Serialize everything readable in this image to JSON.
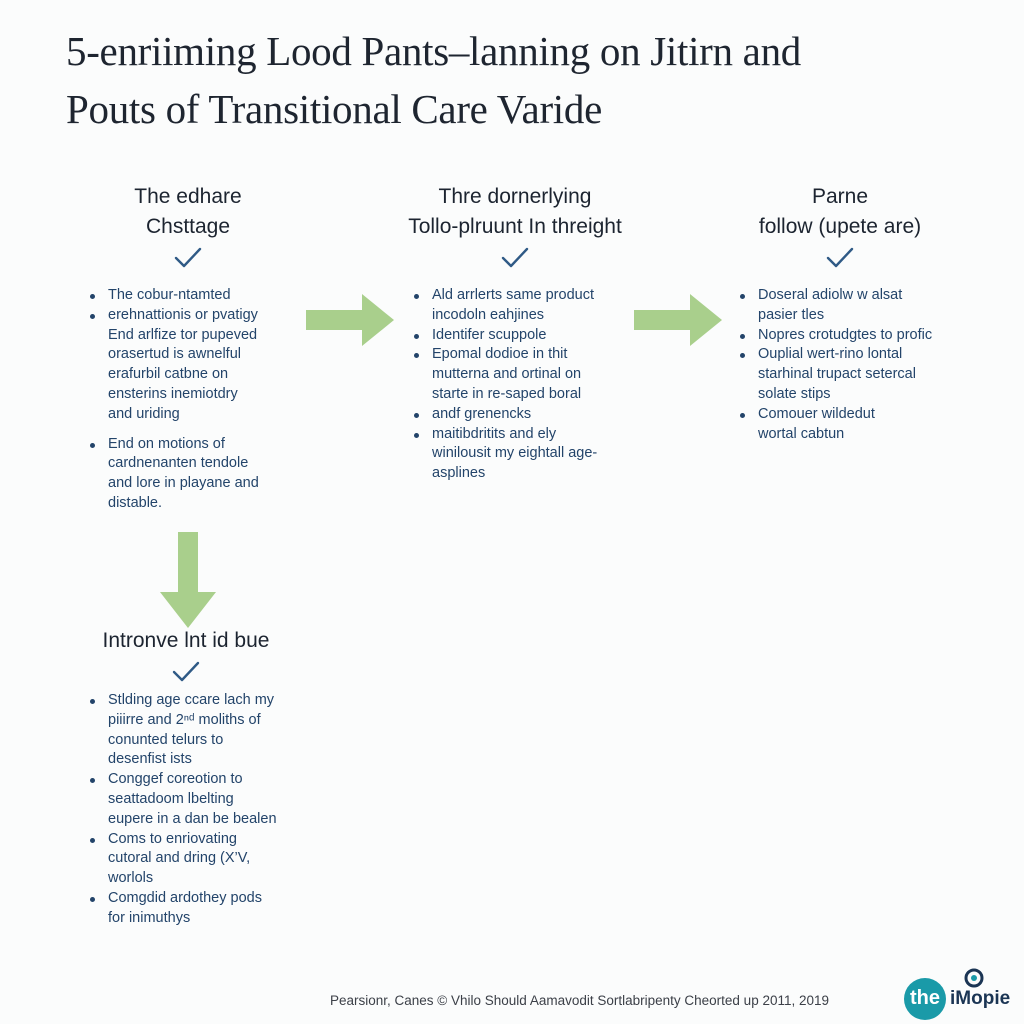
{
  "title": {
    "line1": "5-enriiming Lood Pants–lanning on Jitirn and",
    "line2": "Pouts of Transitional Care Varide"
  },
  "stages": [
    {
      "title_line1": "The edhare",
      "title_line2": "Chsttage",
      "items": [
        "The cobur-ntamted",
        "erehnattionis or pvatigy\nEnd arlfize tor pupeved\norasertud is awnelful\nerafurbil catbne on\nensterins inemiotdry\nand uriding",
        "End on motions of\ncardnenanten tendole\nand lore in playane and\ndistable."
      ]
    },
    {
      "title_line1": "Thre dornerlying",
      "title_line2": "Tollo-plruunt In threight",
      "items": [
        "Ald arrlerts same product\nincodoln eahjines",
        "Identifer scuppole",
        "Epomal dodioe in thit\nmutterna and ortinal on\nstarte in re-saped boral",
        "andf grenencks",
        "maitibdritits and ely\nwinilousit my eightall age-\nasplines"
      ]
    },
    {
      "title_line1": "Parne",
      "title_line2": "follow (upete are)",
      "items": [
        "Doseral adiolw w alsat\npasier tles",
        "Nopres crotudgtes to profic",
        "Ouplial wert-rino lontal\nstarhinal trupact setercal\nsolate stips",
        "Comouer wildedut\nwortal cabtun"
      ]
    },
    {
      "title_line1": "Intronve lnt id bue",
      "items": [
        "Stlding age ccare lach my\npiiirre and 2ⁿᵈ moliths of\nconunted telurs to\ndesenfist ists",
        "Conggef coreotion to\nseattadoom lbelting\neupere in a dan be bealen",
        "Coms to enriovating\ncutoral and dring (X’V,\nworlols",
        "Comgdid ardothey pods\nfor inimuthys"
      ]
    }
  ],
  "colors": {
    "arrow": "#a9cf8c",
    "check": "#2f5a86",
    "bullet_text": "#23446a"
  },
  "footer": {
    "text": "Pearsionr, Canes © Vhilo Should Aamavodit Sortlabripenty Cheorted up 2011, 2019"
  },
  "logo": {
    "circle_text": "the",
    "word": "iMopie"
  }
}
